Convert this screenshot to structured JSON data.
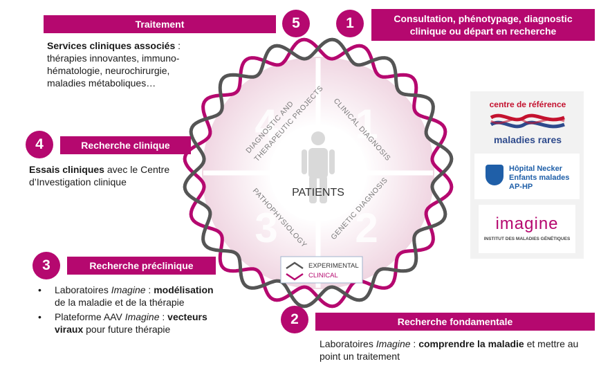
{
  "steps": {
    "s1": {
      "number": "1",
      "title_line1": "Consultation, phénotypage, diagnostic",
      "title_line2": "clinique ou départ en recherche"
    },
    "s2": {
      "number": "2",
      "title": "Recherche fondamentale",
      "text_prefix": "Laboratoires ",
      "text_italic": "Imagine",
      "text_mid": " : ",
      "text_bold": "comprendre la maladie",
      "text_suffix": " et mettre au",
      "text_line2": "point un traitement"
    },
    "s3": {
      "number": "3",
      "title": "Recherche préclinique",
      "b1_prefix": "Laboratoires ",
      "b1_italic": "Imagine",
      "b1_mid": " : ",
      "b1_bold": "modélisation",
      "b1_line2": "de la maladie et de la thérapie",
      "b2_prefix": "Plateforme AAV ",
      "b2_italic": "Imagine",
      "b2_mid": " : ",
      "b2_bold": "vecteurs",
      "b2_bold2": "viraux",
      "b2_suffix": " pour future thérapie",
      "bullet": "•"
    },
    "s4": {
      "number": "4",
      "title": "Recherche clinique",
      "text_bold": "Essais cliniques",
      "text_suffix": " avec le Centre",
      "text_line2": "d’Investigation clinique"
    },
    "s5": {
      "number": "5",
      "title": "Traitement",
      "text_bold": "Services cliniques associés",
      "text_mid": " :",
      "line2": "thérapies innovantes, immuno-",
      "line3": "hématologie, neurochirurgie,",
      "line4": "maladies métaboliques…"
    }
  },
  "wheel": {
    "center": "PATIENTS",
    "q1": "CLINICAL DIAGNOSIS",
    "q2": "GENETIC DIAGNOSIS",
    "q3": "PATHOPHYSIOLOGY",
    "q4_line1": "DIAGNOSTIC AND",
    "q4_line2": "THERAPEUTIC PROJECTS",
    "big1": "1",
    "big2": "2",
    "big3": "3",
    "big4": "4",
    "exp_label": "EXPERIMENTAL",
    "clin_label": "CLINICAL"
  },
  "logos": {
    "crmr_top": "centre de référence",
    "crmr_bottom": "maladies rares",
    "necker_l1": "Hôpital Necker",
    "necker_l2": "Enfants malades",
    "necker_l3": "AP-HP",
    "imagine_name": "imagine",
    "imagine_sub": "INSTITUT DES MALADIES GÉNÉTIQUES"
  },
  "colors": {
    "magenta": "#b5086f",
    "grey": "#555555",
    "wheel_fill": "#f3dfe8"
  }
}
